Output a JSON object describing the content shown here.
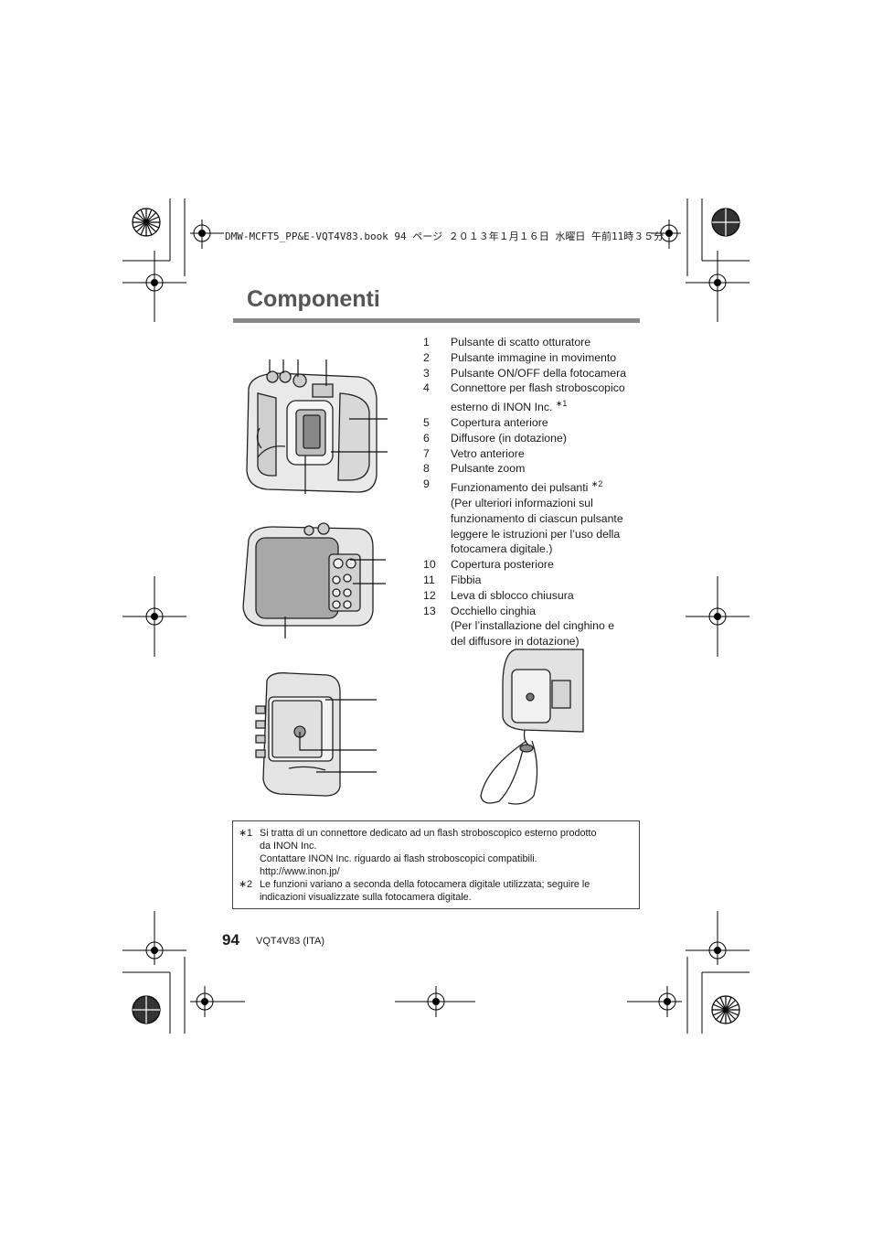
{
  "header": {
    "print_info": "DMW-MCFT5_PP&E-VQT4V83.book  94 ページ  ２０１３年１月１６日  水曜日  午前11時３５分"
  },
  "section": {
    "title": "Componenti"
  },
  "parts": [
    {
      "num": "1",
      "lines": [
        "Pulsante di scatto otturatore"
      ]
    },
    {
      "num": "2",
      "lines": [
        "Pulsante immagine in movimento"
      ]
    },
    {
      "num": "3",
      "lines": [
        "Pulsante ON/OFF della fotocamera"
      ]
    },
    {
      "num": "4",
      "lines": [
        "Connettore per flash stroboscopico",
        "esterno di INON Inc."
      ],
      "note_ref": "∗1"
    },
    {
      "num": "5",
      "lines": [
        "Copertura anteriore"
      ]
    },
    {
      "num": "6",
      "lines": [
        "Diffusore (in dotazione)"
      ]
    },
    {
      "num": "7",
      "lines": [
        "Vetro anteriore"
      ]
    },
    {
      "num": "8",
      "lines": [
        "Pulsante zoom"
      ]
    },
    {
      "num": "9",
      "lines": [
        "Funzionamento dei pulsanti",
        "(Per ulteriori informazioni sul",
        "funzionamento di ciascun pulsante",
        "leggere le istruzioni per l’uso della",
        "fotocamera digitale.)"
      ],
      "note_ref": "∗2"
    },
    {
      "num": "10",
      "lines": [
        "Copertura posteriore"
      ]
    },
    {
      "num": "11",
      "lines": [
        "Fibbia"
      ]
    },
    {
      "num": "12",
      "lines": [
        "Leva di sblocco chiusura"
      ]
    },
    {
      "num": "13",
      "lines": [
        "Occhiello cinghia",
        "(Per l’installazione del cinghino e",
        "del diffusore in dotazione)"
      ]
    }
  ],
  "notes": [
    {
      "mark": "∗1",
      "lines": [
        "Si tratta di un connettore dedicato ad un flash stroboscopico esterno prodotto",
        "da INON Inc.",
        "Contattare INON Inc. riguardo ai flash stroboscopici compatibili.",
        "http://www.inon.jp/"
      ]
    },
    {
      "mark": "∗2",
      "lines": [
        "Le funzioni variano a seconda della fotocamera digitale utilizzata; seguire le",
        "indicazioni visualizzate sulla fotocamera digitale."
      ]
    }
  ],
  "footer": {
    "page_number": "94",
    "doc_code": "VQT4V83 (ITA)"
  },
  "colors": {
    "title": "#555555",
    "rule": "#888888",
    "text": "#1a1a1a"
  }
}
